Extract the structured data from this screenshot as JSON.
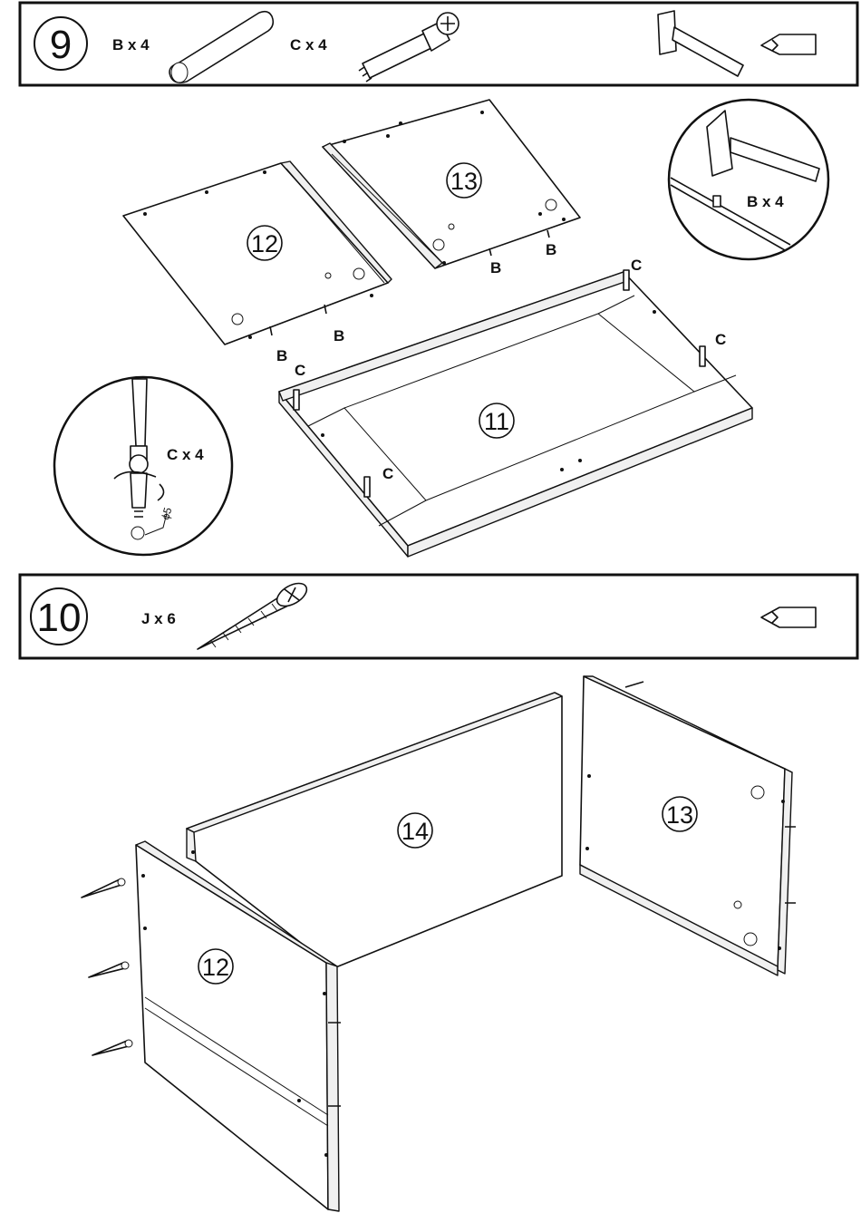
{
  "step9": {
    "number": "9",
    "parts": [
      {
        "code": "B x 4",
        "icon": "dowel-icon"
      },
      {
        "code": "C x 4",
        "icon": "cam-bolt-icon"
      }
    ],
    "tools": [
      "hammer-icon",
      "screwdriver-icon"
    ],
    "panel_numbers": {
      "p11": "11",
      "p12": "12",
      "p13": "13"
    },
    "callouts": {
      "B": "B",
      "C": "C",
      "hammer_detail": "B x 4",
      "cam_detail": "C x 4",
      "diameter": "ϕ5"
    }
  },
  "step10": {
    "number": "10",
    "parts": [
      {
        "code": "J x 6",
        "icon": "screw-icon"
      }
    ],
    "tools": [
      "screwdriver-icon"
    ],
    "panel_numbers": {
      "p12": "12",
      "p13": "13",
      "p14": "14"
    }
  }
}
